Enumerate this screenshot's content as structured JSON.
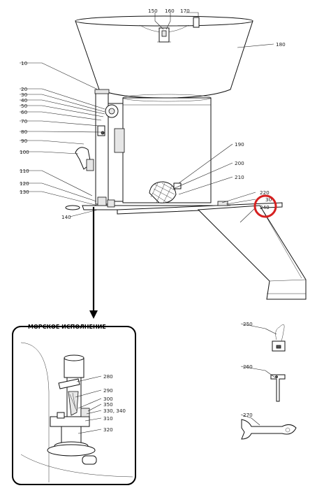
{
  "inset": {
    "title": "МОРСКОЕ ИСПОЛНЕНИЕ"
  },
  "labels": {
    "l10": "10",
    "l20": "20",
    "l30": "30",
    "l40": "40",
    "l50": "50",
    "l60": "60",
    "l70": "70",
    "l80": "80",
    "l90": "90",
    "l100": "100",
    "l110": "110",
    "l120": "120",
    "l130": "130",
    "l140": "140",
    "l150": "150",
    "l160": "160",
    "l170": "170",
    "l180": "180",
    "l190": "190",
    "l200": "200",
    "l210": "210",
    "l220": "220",
    "l230": "30",
    "l240": "240",
    "l250": "250",
    "l260": "260",
    "l270": "270",
    "l280": "280",
    "l290": "290",
    "l300": "300",
    "l310": "310",
    "l320": "320",
    "l330": "330, 340",
    "l350": "350"
  },
  "highlight": {
    "color": "#d62020",
    "target_label": "240"
  }
}
